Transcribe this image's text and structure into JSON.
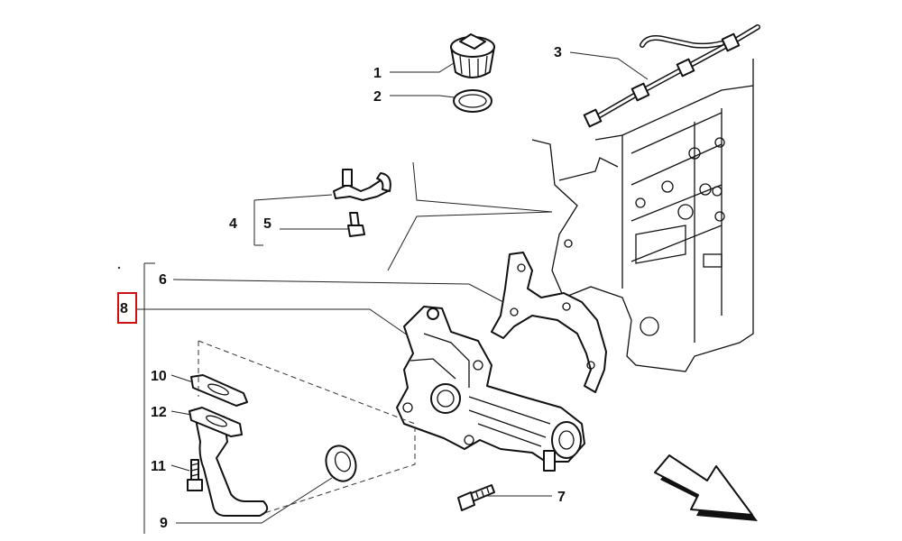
{
  "callouts": [
    {
      "id": "1",
      "text": "1"
    },
    {
      "id": "2",
      "text": "2"
    },
    {
      "id": "3",
      "text": "3"
    },
    {
      "id": "4",
      "text": "4"
    },
    {
      "id": "5",
      "text": "5"
    },
    {
      "id": "6",
      "text": "6"
    },
    {
      "id": "7",
      "text": "7"
    },
    {
      "id": "8",
      "text": "8",
      "highlighted": true
    },
    {
      "id": "9",
      "text": "9"
    },
    {
      "id": "10",
      "text": "10"
    },
    {
      "id": "11",
      "text": "11"
    },
    {
      "id": "12",
      "text": "12"
    }
  ],
  "colors": {
    "line": "#111111",
    "highlight": "#d01010",
    "background": "#ffffff"
  }
}
